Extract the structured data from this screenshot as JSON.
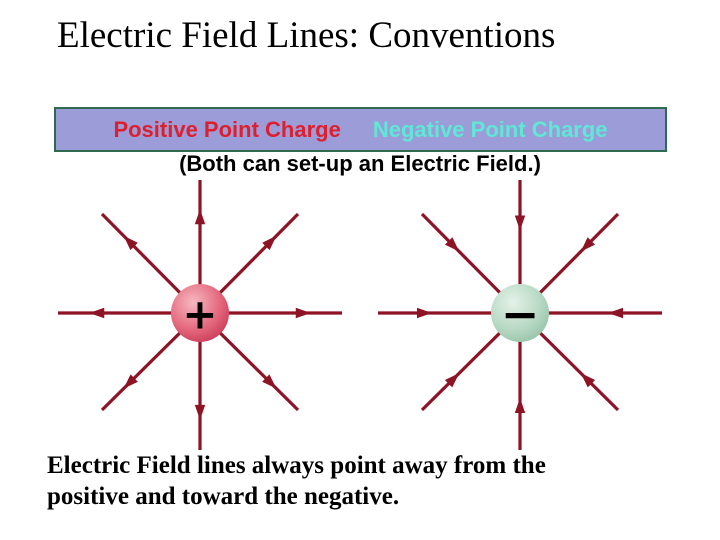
{
  "slide": {
    "title": "Electric Field Lines: Conventions",
    "header_box": {
      "positive_label": "Positive Point Charge",
      "negative_label": "Negative Point Charge",
      "fill": "#9c9cd9",
      "border_color": "#2d6a50",
      "positive_color": "#de1f2e",
      "negative_color": "#5fe8d5"
    },
    "subtitle": "(Both can set-up an Electric Field.)",
    "diagrams": {
      "line_color": "#8e1324",
      "positive": {
        "name": "positive point charge field",
        "symbol": "+",
        "arrows": "outward",
        "sphere": {
          "highlight": "#f6b9c0",
          "mid": "#e4687e",
          "edge": "#c02a4a"
        }
      },
      "negative": {
        "name": "negative point charge field",
        "symbol": "−",
        "arrows": "inward",
        "sphere": {
          "highlight": "#e4f2e8",
          "mid": "#b7d9c3",
          "edge": "#8cba9c"
        }
      }
    },
    "caption_line1": "Electric Field lines always point away from the",
    "caption_line2": "positive and toward the negative."
  }
}
